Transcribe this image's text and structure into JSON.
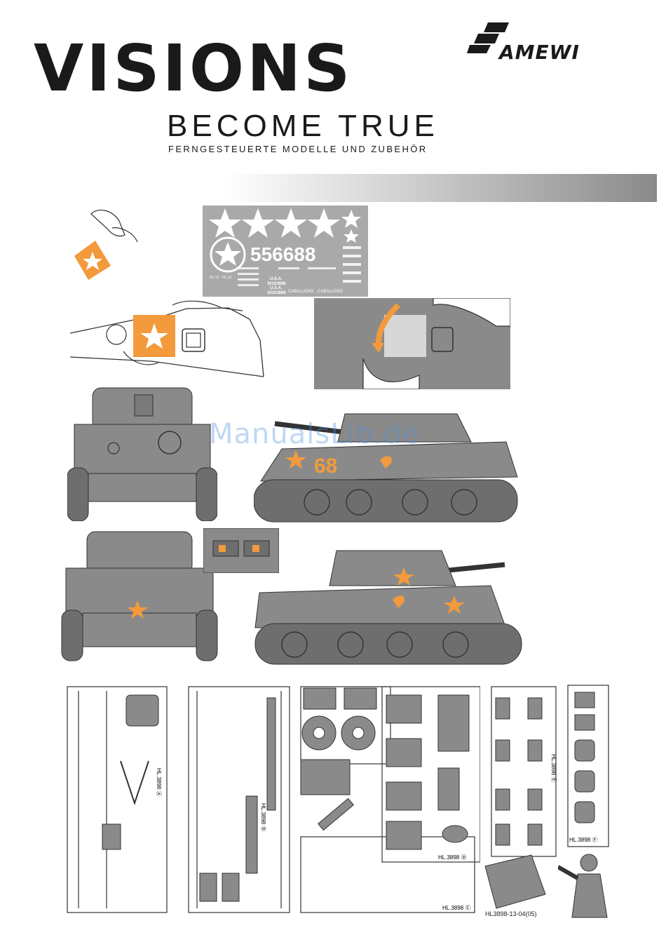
{
  "header": {
    "title": "VISIONS",
    "subtitle_main": "BECOME TRUE",
    "subtitle_small": "FERNGESTEUERTE MODELLE UND ZUBEHÖR",
    "brand": "AMEWI"
  },
  "decal_sheet": {
    "number": "556688",
    "usa_line1": "U.S.A.",
    "usa_code1": "30103898",
    "usa_line2": "U.S.A.",
    "usa_code2": "30103898",
    "name1": "CABALLERO",
    "name2": "CABALLERO",
    "hl1": "HL.12",
    "hl2": "HL.12"
  },
  "tank_side_view": {
    "number": "68"
  },
  "watermark": "ManualsLib.de",
  "sprues": {
    "a_label": "HL.3898 Ⓐ",
    "b_label": "HL.3898 Ⓑ",
    "c_label": "HL.3898 Ⓒ",
    "d_label": "HL.3898 Ⓓ",
    "e_label": "HL.3898 Ⓔ",
    "f_label": "HL.3898 Ⓕ"
  },
  "footer_code": "HL3898-13-04(05)",
  "colors": {
    "accent_orange": "#f39a3c",
    "tank_gray": "#8a8a8a",
    "decal_gray": "#a9a9a9"
  }
}
